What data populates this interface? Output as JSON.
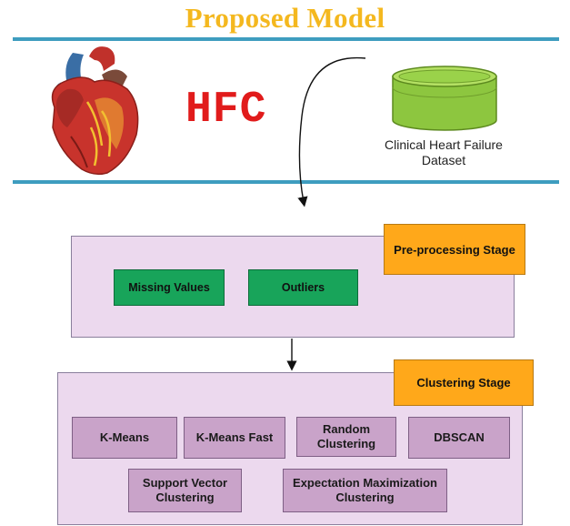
{
  "header": {
    "title": "Proposed Model",
    "logo_text": "HFC",
    "dataset_label_line1": "Clinical Heart Failure",
    "dataset_label_line2": "Dataset"
  },
  "icons": [
    "heart-icon",
    "database-cylinder-icon"
  ],
  "preprocessing": {
    "stage_label": "Pre-processing Stage",
    "items": [
      "Missing Values",
      "Outliers"
    ]
  },
  "clustering": {
    "stage_label": "Clustering Stage",
    "items_row1": [
      "K-Means",
      "K-Means Fast",
      "Random Clustering",
      "DBSCAN"
    ],
    "items_row2": [
      "Support Vector Clustering",
      "Expectation Maximization Clustering"
    ]
  },
  "colors": {
    "title": "#f4b81f",
    "rule": "#3e9dbf",
    "logo": "#e11b1b",
    "stage_box": "#ecd9ee",
    "stage_label": "#ffa81a",
    "preprocess_item": "#18a45a",
    "cluster_item": "#c9a3c9",
    "dataset_cylinder": "#8dc63f"
  }
}
